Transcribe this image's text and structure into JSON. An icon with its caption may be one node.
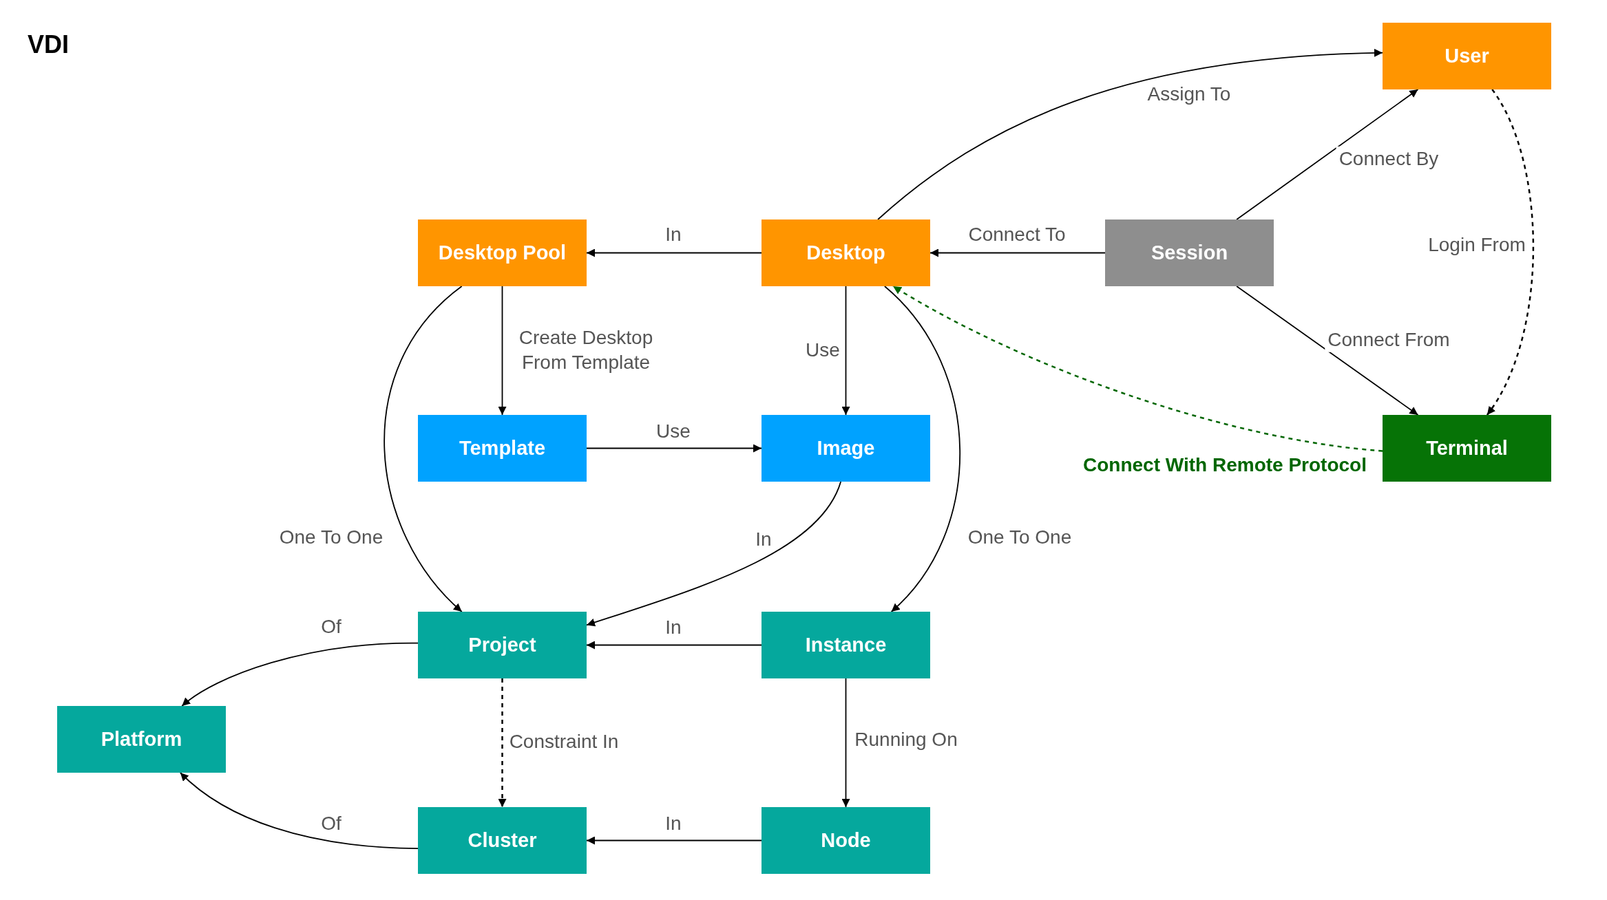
{
  "diagram": {
    "title": "VDI",
    "nodes": [
      {
        "text": [
          "User"
        ]
      },
      {
        "text": [
          "Desktop Pool"
        ]
      },
      {
        "text": [
          "Desktop"
        ]
      },
      {
        "text": [
          "Session"
        ]
      },
      {
        "text": [
          "Template"
        ]
      },
      {
        "text": [
          "Image"
        ]
      },
      {
        "text": [
          "Terminal"
        ]
      },
      {
        "text": [
          "Project"
        ]
      },
      {
        "text": [
          "Instance"
        ]
      },
      {
        "text": [
          "Platform"
        ]
      },
      {
        "text": [
          "Cluster"
        ]
      },
      {
        "text": [
          "Node"
        ]
      }
    ],
    "edges": [
      {
        "from": 2,
        "to": 0,
        "arrow": "to",
        "label": "Assign To"
      },
      {
        "from": 2,
        "to": 1,
        "arrow": "to",
        "label": "In"
      },
      {
        "from": 3,
        "to": 2,
        "arrow": "to",
        "label": "Connect To"
      },
      {
        "from": 3,
        "to": 0,
        "arrow": "to",
        "label": "Connect By"
      },
      {
        "from": 3,
        "to": 6,
        "arrow": "to",
        "label": "Connect From"
      },
      {
        "from": 0,
        "to": 6,
        "arrow": "to",
        "label": "Login From",
        "style": "dashed"
      },
      {
        "from": 6,
        "to": 2,
        "arrow": "to",
        "label": "Connect With Remote Protocol",
        "style": "dashed",
        "color": "#006600"
      },
      {
        "from": 1,
        "to": 4,
        "arrow": "to",
        "label": "Create Desktop From Template"
      },
      {
        "from": 2,
        "to": 5,
        "arrow": "to",
        "label": "Use"
      },
      {
        "from": 4,
        "to": 5,
        "arrow": "to",
        "label": "Use"
      },
      {
        "from": 1,
        "to": 7,
        "arrow": "to",
        "label": "One To One"
      },
      {
        "from": 5,
        "to": 7,
        "arrow": "to",
        "label": "In"
      },
      {
        "from": 2,
        "to": 8,
        "arrow": "to",
        "label": "One To One"
      },
      {
        "from": 8,
        "to": 7,
        "arrow": "to",
        "label": "In"
      },
      {
        "from": 7,
        "to": 9,
        "arrow": "to",
        "label": "Of"
      },
      {
        "from": 7,
        "to": 10,
        "arrow": "to",
        "label": "Constraint In",
        "style": "dashed"
      },
      {
        "from": 8,
        "to": 11,
        "arrow": "to",
        "label": "Running On"
      },
      {
        "from": 11,
        "to": 10,
        "arrow": "to",
        "label": "In"
      },
      {
        "from": 10,
        "to": 9,
        "arrow": "to",
        "label": "Of"
      }
    ]
  }
}
